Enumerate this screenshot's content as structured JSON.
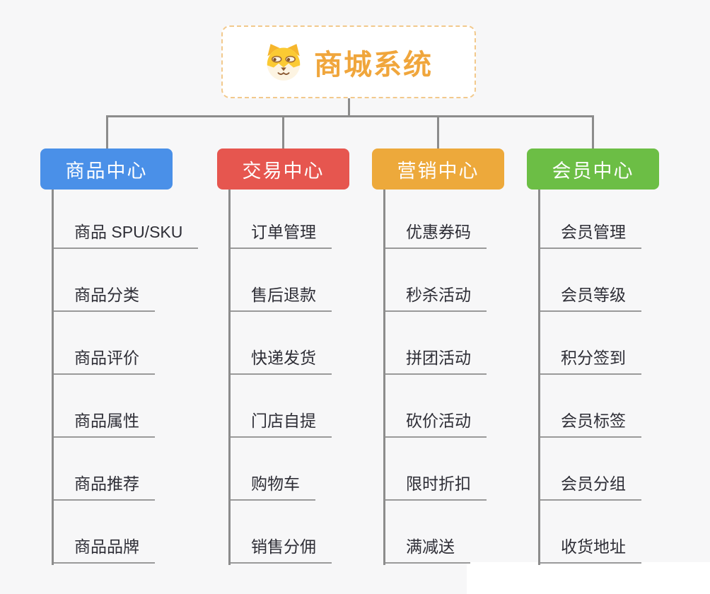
{
  "background_color": "#f7f7f8",
  "connector_color": "#8c8c8c",
  "root": {
    "title": "商城系统",
    "icon": "dog-face-icon",
    "text_color": "#f0a63c",
    "border_color": "#f2c98c"
  },
  "branches": [
    {
      "label": "商品中心",
      "color": "#4a90e8",
      "children": [
        "商品 SPU/SKU",
        "商品分类",
        "商品评价",
        "商品属性",
        "商品推荐",
        "商品品牌"
      ]
    },
    {
      "label": "交易中心",
      "color": "#e6564f",
      "children": [
        "订单管理",
        "售后退款",
        "快递发货",
        "门店自提",
        "购物车",
        "销售分佣"
      ]
    },
    {
      "label": "营销中心",
      "color": "#eda93b",
      "children": [
        "优惠券码",
        "秒杀活动",
        "拼团活动",
        "砍价活动",
        "限时折扣",
        "满减送"
      ]
    },
    {
      "label": "会员中心",
      "color": "#6cbe45",
      "children": [
        "会员管理",
        "会员等级",
        "积分签到",
        "会员标签",
        "会员分组",
        "收货地址"
      ]
    }
  ]
}
